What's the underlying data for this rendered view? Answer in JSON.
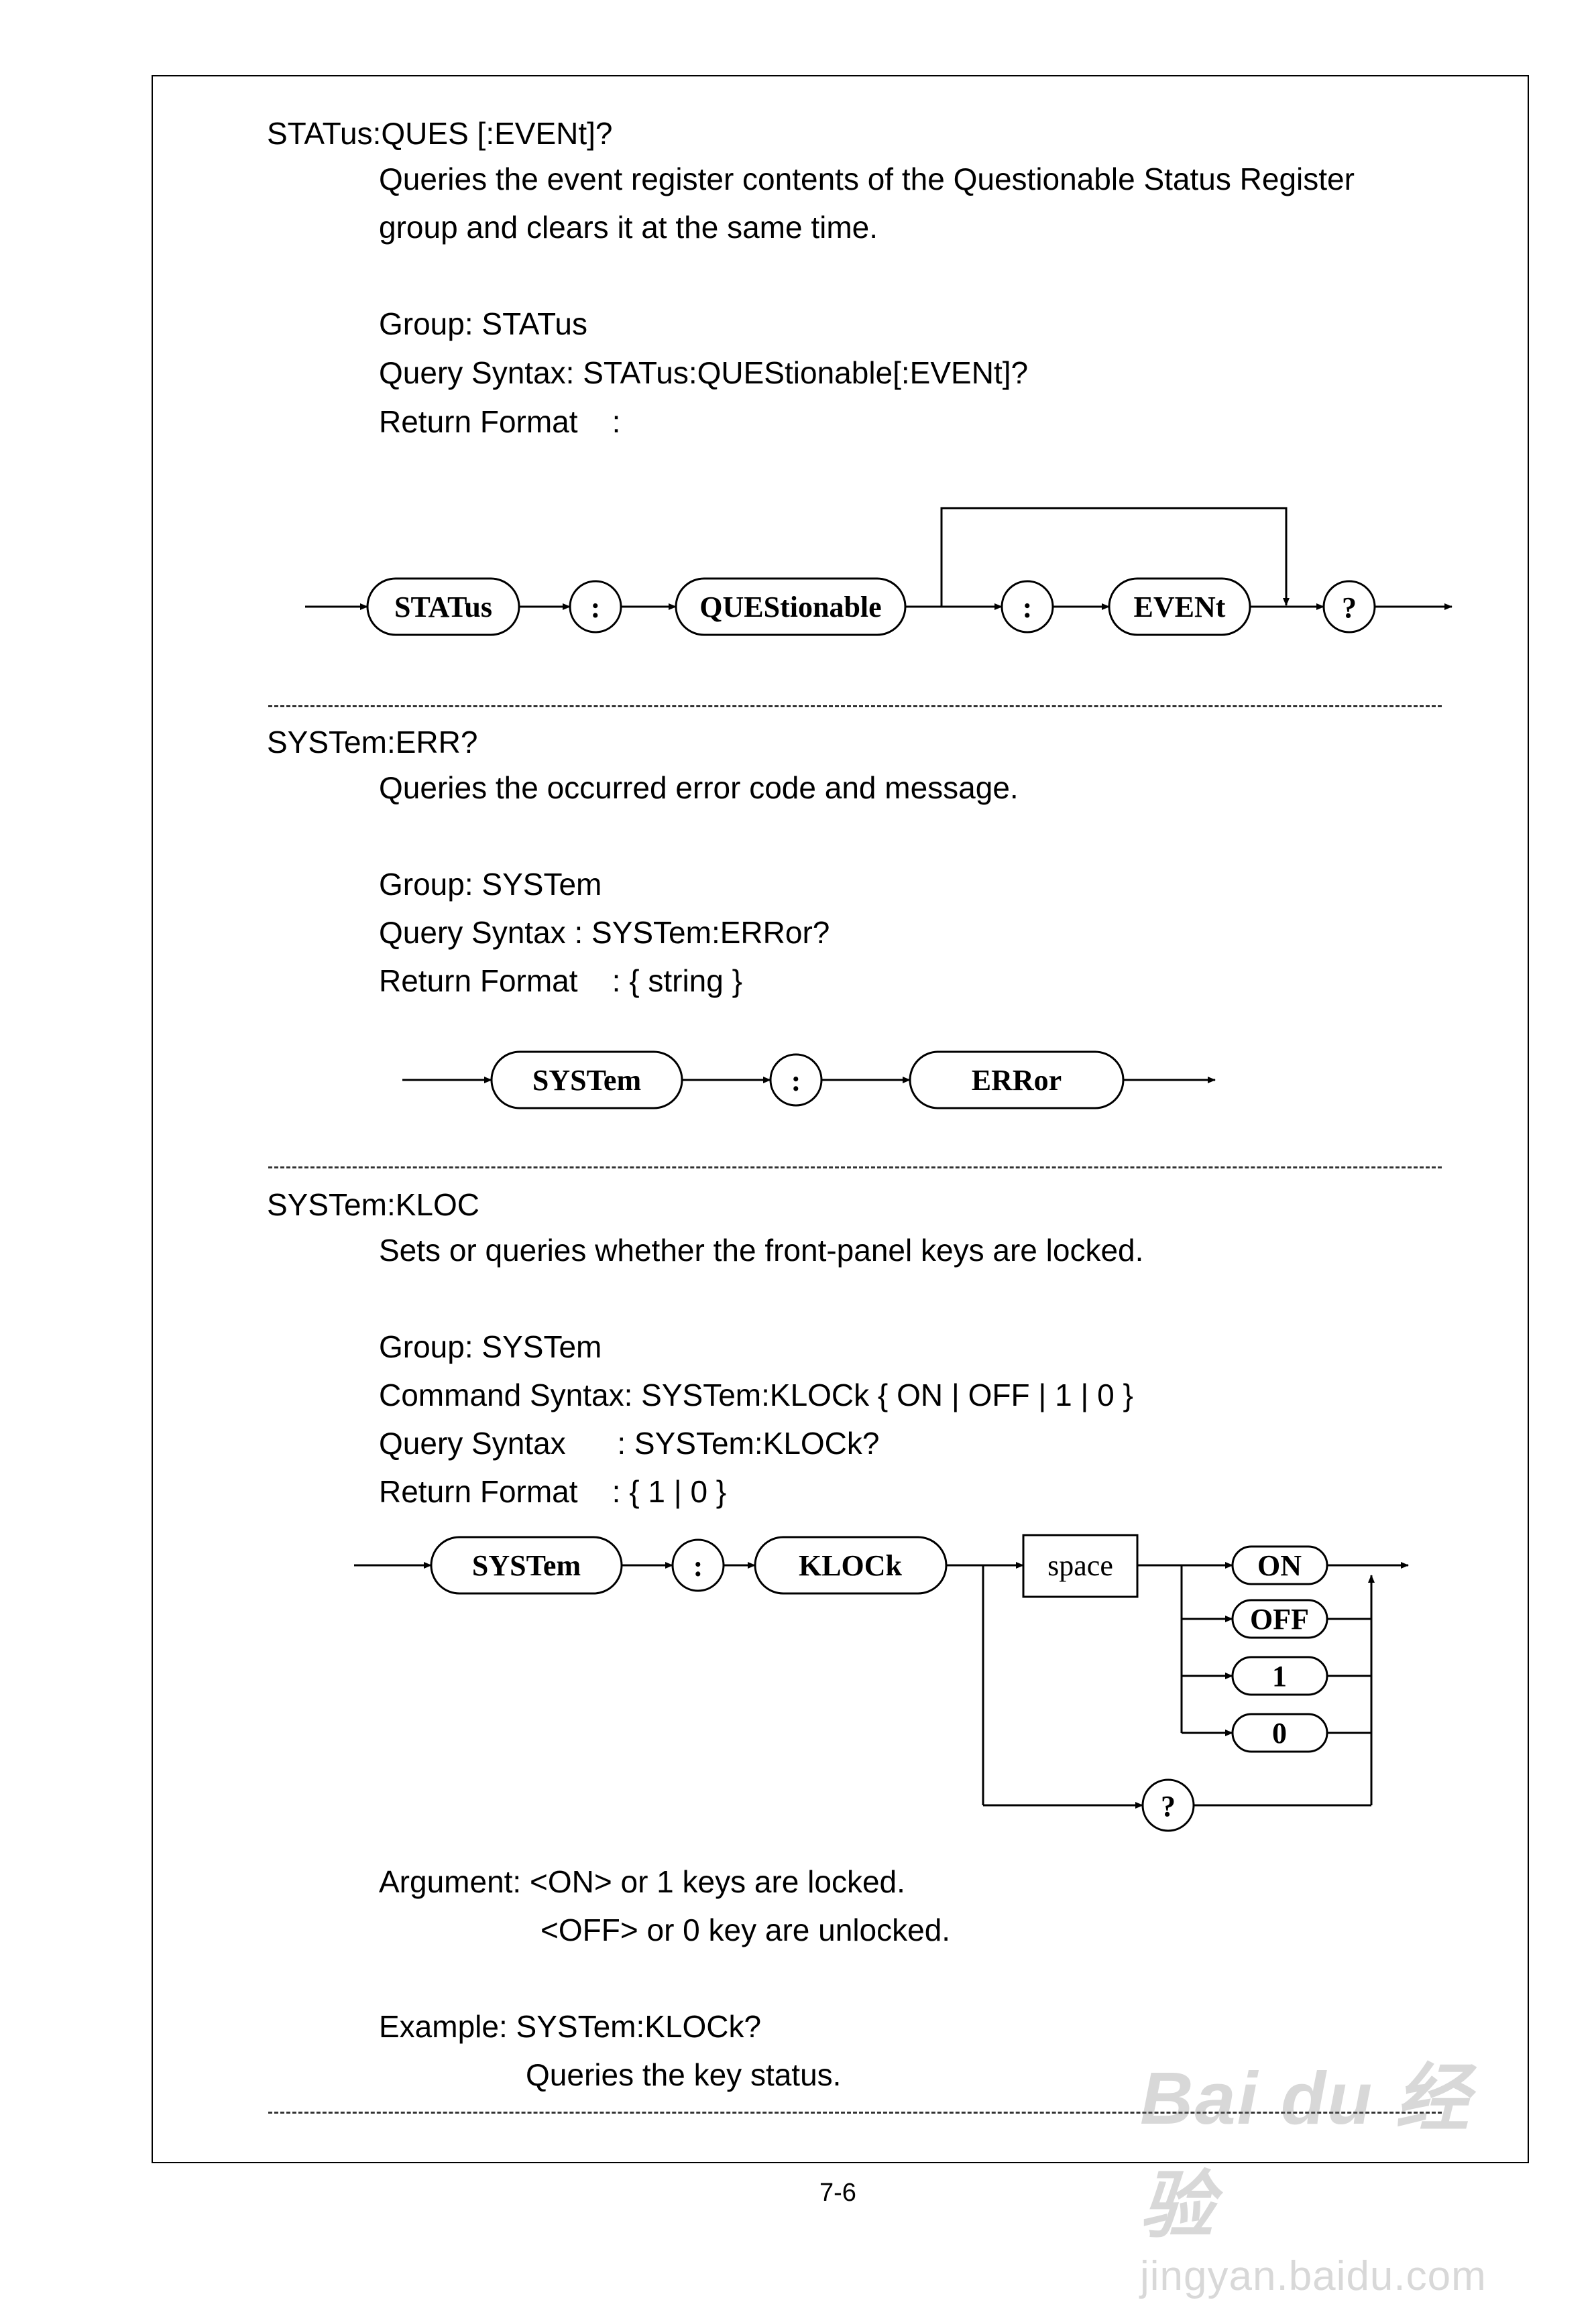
{
  "sections": [
    {
      "heading": "STATus:QUES [:EVENt]?",
      "description_line1": "Queries the event register contents of the Questionable Status Register",
      "description_line2": "group and clears it at the same time.",
      "group": "Group: STATus",
      "query_syntax": "Query Syntax: STATus:QUEStionable[:EVENt]?",
      "return_format": "Return Format    :",
      "diagram": {
        "nodes": [
          "STATus",
          ":",
          "QUEStionable",
          ":",
          "EVENt",
          "?"
        ]
      }
    },
    {
      "heading": "SYSTem:ERR?",
      "description_line1": "Queries the occurred error code and message.",
      "group": "Group: SYSTem",
      "query_syntax": "Query Syntax : SYSTem:ERRor?",
      "return_format": "Return Format    : { string }",
      "diagram": {
        "nodes": [
          "SYSTem",
          ":",
          "ERRor"
        ]
      }
    },
    {
      "heading": "SYSTem:KLOC",
      "description_line1": "Sets or queries whether the front-panel keys are locked.",
      "group": "Group: SYSTem",
      "command_syntax": "Command Syntax: SYSTem:KLOCk { ON | OFF | 1 | 0 }",
      "query_syntax": "Query Syntax      : SYSTem:KLOCk?",
      "return_format": "Return Format    : { 1 | 0 }",
      "diagram": {
        "nodes": [
          "SYSTem",
          ":",
          "KLOCk",
          "space",
          "ON",
          "OFF",
          "1",
          "0",
          "?"
        ]
      },
      "argument_line1": "Argument: <ON> or 1 keys are locked.",
      "argument_line2": "<OFF> or 0 key are unlocked.",
      "example_line1": "Example: SYSTem:KLOCk?",
      "example_line2": "Queries the key status."
    }
  ],
  "footer": {
    "page_number": "7-6"
  },
  "watermark": {
    "line1": "Bai du 经验",
    "line2": "jingyan.baidu.com"
  }
}
